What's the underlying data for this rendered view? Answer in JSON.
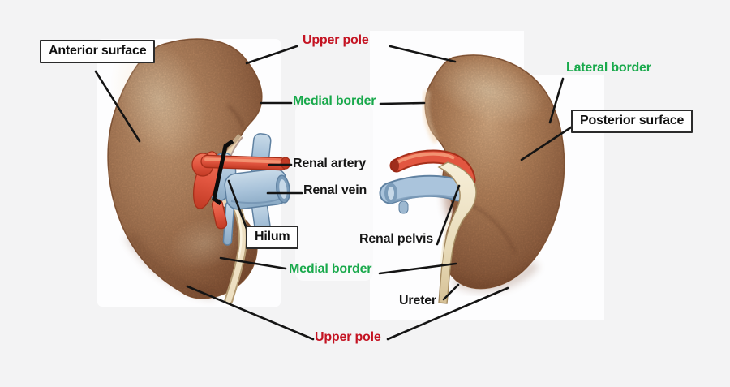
{
  "figure": {
    "description": "Labeled anatomical diagram of two kidneys; left kidney shown from the front, right kidney shown from the back, each with renal vessels at the hilum"
  },
  "labels": {
    "anterior_surface": "Anterior surface",
    "upper_pole_top": "Upper pole",
    "medial_border_top": "Medial border",
    "lateral_border": "Lateral border",
    "posterior_surface": "Posterior surface",
    "renal_artery": "Renal artery",
    "renal_vein": "Renal vein",
    "hilum": "Hilum",
    "renal_pelvis": "Renal pelvis",
    "medial_border_bottom": "Medial border",
    "ureter": "Ureter",
    "upper_pole_bottom": "Upper pole"
  },
  "colors": {
    "pole_label_red": "#c41322",
    "border_label_green": "#18a94b",
    "structure_label_black": "#161616",
    "callout_box_border": "#2b2b2b",
    "kidney_tan": "#b5825c",
    "renal_artery_red": "#e25640",
    "renal_vein_blue": "#a9c3da",
    "ureter_cream": "#eee0c2",
    "background_gray": "#f3f3f4",
    "panel_white": "#fdfdfe"
  }
}
